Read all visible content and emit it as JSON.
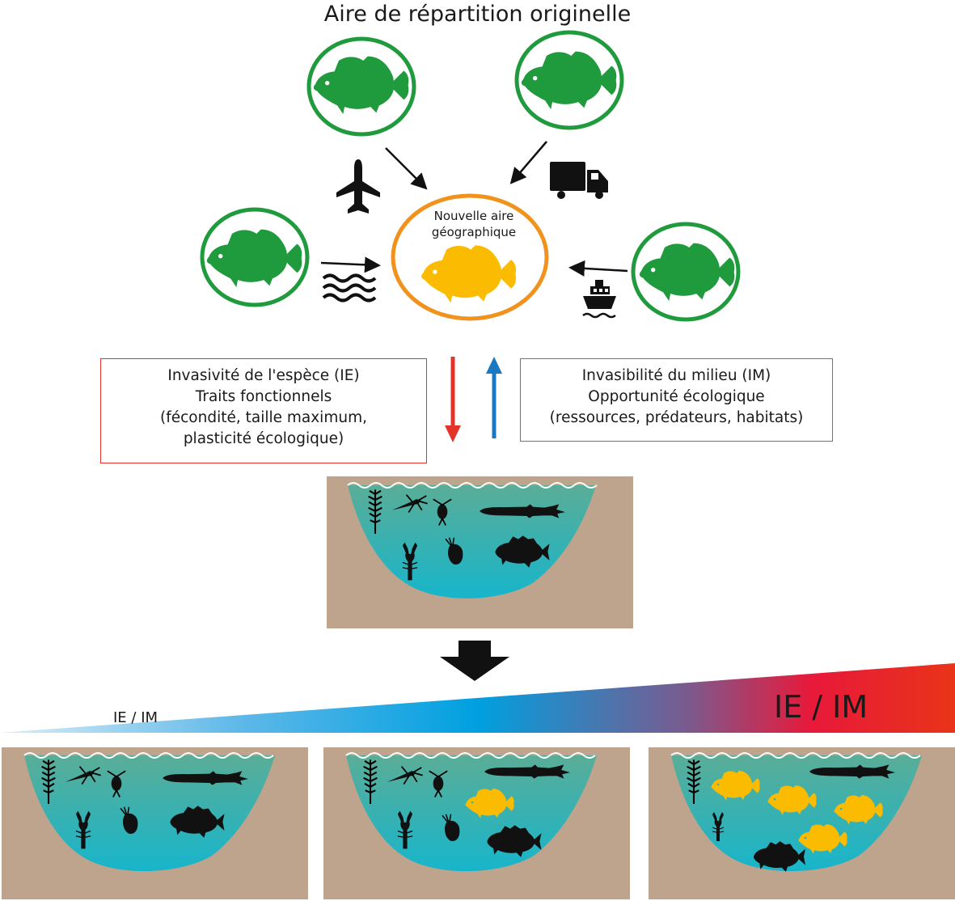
{
  "title": "Aire de répartition originelle",
  "new_range_label": [
    "Nouvelle aire",
    "géographique"
  ],
  "invasiveness_box": {
    "lines": [
      "Invasivité de l'espèce (IE)",
      "Traits fonctionnels",
      "(fécondité, taille maximum,",
      "plasticité écologique)"
    ]
  },
  "invasibility_box": {
    "lines": [
      "Invasibilité du milieu (IM)",
      "Opportunité écologique",
      "(ressources, prédateurs, habitats)"
    ]
  },
  "gradient_label_small": "IE / IM",
  "gradient_label_large": "IE / IM",
  "transport_icons": [
    "airplane-icon",
    "truck-icon",
    "waves-icon",
    "ship-icon"
  ],
  "colors": {
    "native_fish": "#1f9a3c",
    "invasive_fish": "#fbbb00",
    "native_ring": "#1f9a3c",
    "new_ring": "#f0921c",
    "invasiveness_red": "#e4342a",
    "invasibility_blue": "#1a78c2",
    "soil": "#bea48c",
    "water_top": "#5aad97",
    "water_bottom": "#1ab3c7"
  }
}
